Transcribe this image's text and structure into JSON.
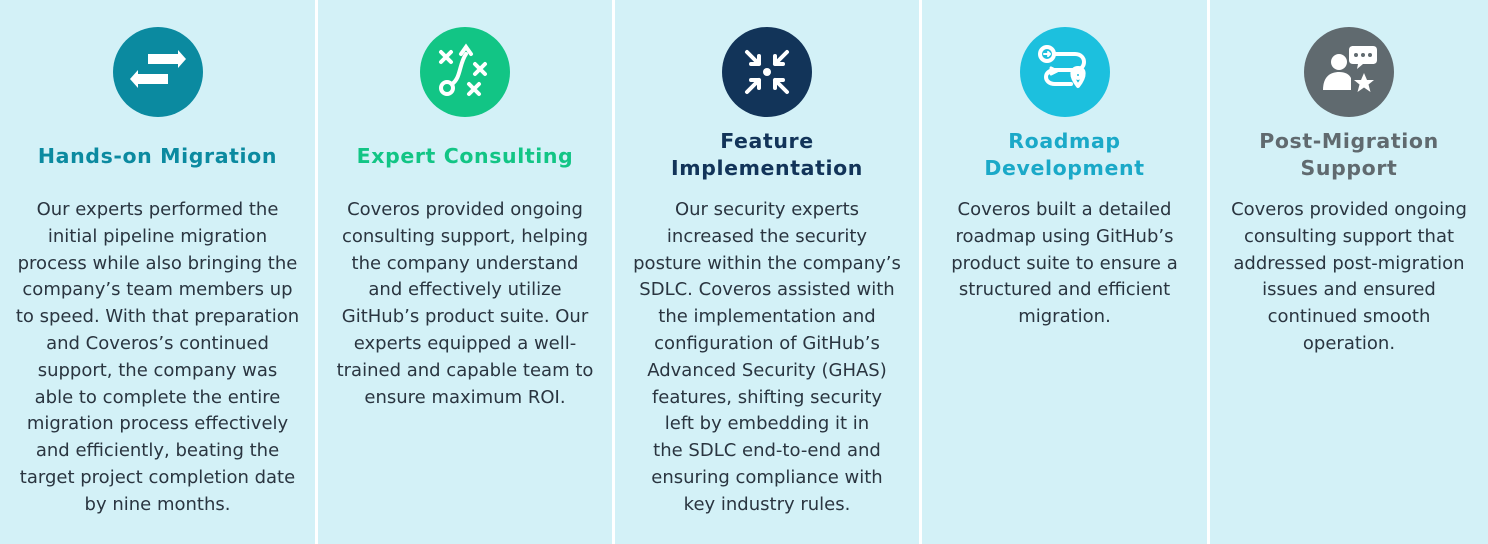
{
  "colors": {
    "panel_bg": "#d3f1f7",
    "teal": "#0b8aa0",
    "green": "#12c585",
    "navy": "#123459",
    "sky": "#1cc0de",
    "gray": "#606a6f"
  },
  "cards": [
    {
      "icon": "swap-arrows-icon",
      "title": "Hands-on Migration",
      "body": "Our experts performed the\ninitial pipeline migration\nprocess while also bringing the\ncompany’s team members up\nto speed. With that preparation\nand Coveros’s continued\nsupport, the company was\nable to complete the entire\nmigration process effectively\nand efficiently, beating the\ntarget project completion date\nby nine months."
    },
    {
      "icon": "strategy-playbook-icon",
      "title": "Expert Consulting",
      "body": "Coveros provided ongoing\nconsulting support, helping\nthe company  understand\nand effectively utilize\nGitHub’s product suite. Our\nexperts equipped a well-\ntrained and capable team to\nensure maximum ROI."
    },
    {
      "icon": "converge-arrows-icon",
      "title_line1": "Feature",
      "title_line2": "Implementation",
      "body": "Our security experts\nincreased the security\nposture within the company’s\nSDLC. Coveros assisted with\nthe implementation and\nconfiguration of GitHub’s\nAdvanced Security (GHAS)\nfeatures, shifting security\nleft by embedding it in\nthe SDLC end-to-end and\nensuring compliance with\nkey industry rules."
    },
    {
      "icon": "route-map-icon",
      "title_line1": "Roadmap",
      "title_line2": "Development",
      "body": "Coveros built a detailed\nroadmap using GitHub’s\nproduct suite to ensure a\nstructured and efficient\nmigration."
    },
    {
      "icon": "support-chat-icon",
      "title_line1": "Post-Migration",
      "title_line2": "Support",
      "body": "Coveros provided ongoing\nconsulting support that\naddressed post-migration\nissues and ensured\ncontinued smooth\noperation."
    }
  ]
}
